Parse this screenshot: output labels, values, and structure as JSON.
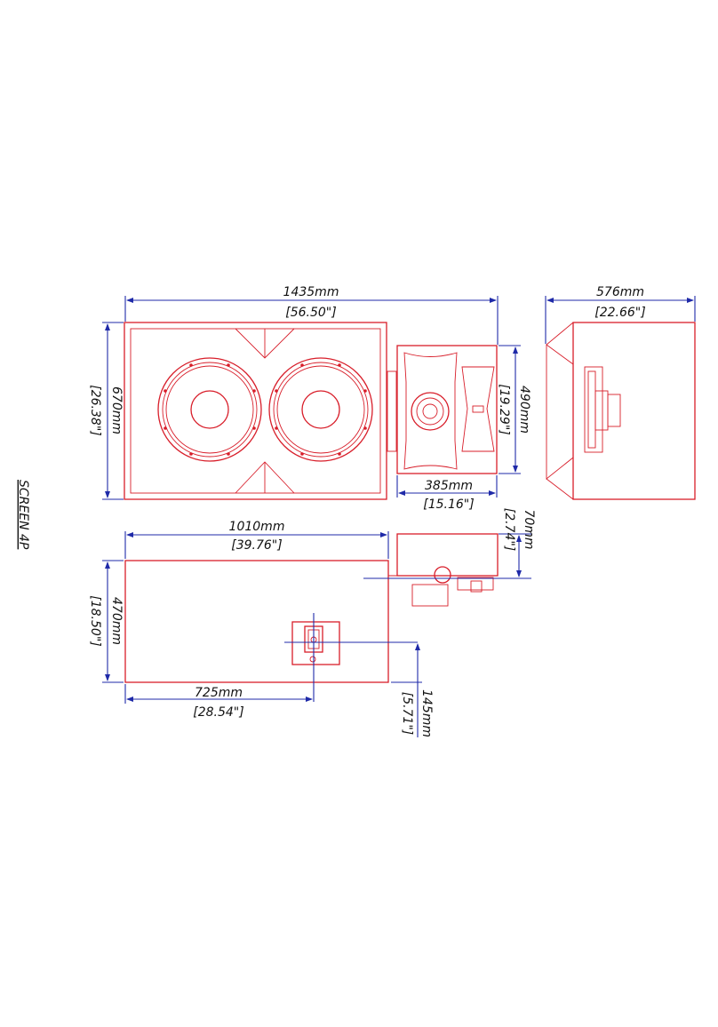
{
  "sheet_title": "SCREEN 4P",
  "front_view": {
    "width_mm": "1435mm",
    "width_in": "[56.50\"]",
    "height_mm": "670mm",
    "height_in": "[26.38\"]",
    "mid_height_mm": "490mm",
    "mid_height_in": "[19.29\"]",
    "mid_width_mm": "385mm",
    "mid_width_in": "[15.16\"]"
  },
  "side_view": {
    "depth_mm": "576mm",
    "depth_in": "[22.66\"]"
  },
  "top_view": {
    "width_mm": "1010mm",
    "width_in": "[39.76\"]",
    "depth_mm": "470mm",
    "depth_in": "[18.50\"]",
    "mount_x_mm": "725mm",
    "mount_x_in": "[28.54\"]",
    "mount_offset_mm": "145mm",
    "mount_offset_in": "[5.71\"]",
    "top_unit_mm": "70mm",
    "top_unit_in": "[2.74\"]"
  },
  "colors": {
    "outline": "#d81e2a",
    "dimension": "#1f2aa8",
    "text": "#111111"
  }
}
